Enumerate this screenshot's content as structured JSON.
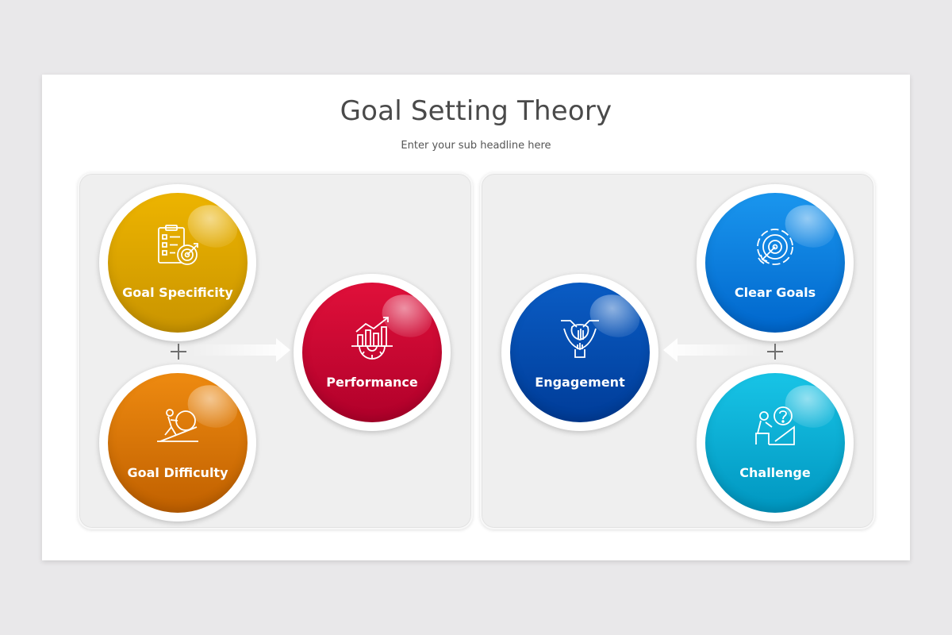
{
  "header": {
    "title": "Goal Setting Theory",
    "subtitle": "Enter your sub headline here"
  },
  "left_panel": {
    "goal_specificity": {
      "label": "Goal Specificity",
      "icon": "checklist-target-icon",
      "color": "#e0a800"
    },
    "goal_difficulty": {
      "label": "Goal Difficulty",
      "icon": "person-pushing-boulder-icon",
      "color": "#e07a08"
    },
    "performance": {
      "label": "Performance",
      "icon": "growth-chart-gear-icon",
      "color": "#cc0033"
    }
  },
  "right_panel": {
    "engagement": {
      "label": "Engagement",
      "icon": "hands-together-icon",
      "color": "#0050b3"
    },
    "clear_goals": {
      "label": "Clear Goals",
      "icon": "target-arrow-icon",
      "color": "#0a82e0"
    },
    "challenge": {
      "label": "Challenge",
      "icon": "person-question-icon",
      "color": "#0ab0d6"
    }
  }
}
